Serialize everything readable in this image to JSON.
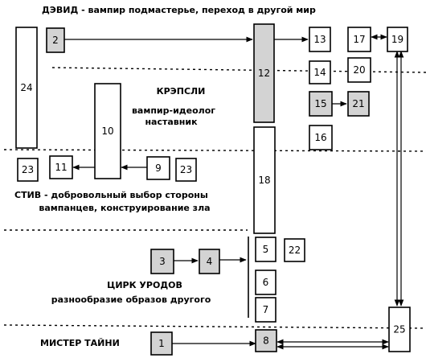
{
  "headers": {
    "david": "ДЭВИД - вампир подмастерье, переход в другой мир",
    "crepsley_name": "КРЭПСЛИ",
    "crepsley_desc1": "вампир-идеолог",
    "crepsley_desc2": "наставник",
    "steve_line1": "СТИВ - добровольный выбор стороны",
    "steve_line2": "вампанцев, конструирование зла",
    "circus_name": "ЦИРК УРОДОВ",
    "circus_desc": "разнообразие образов другого",
    "tiny": "МИСТЕР ТАЙНИ"
  },
  "nodes": [
    {
      "id": "n1",
      "label": "1",
      "fill": "grey"
    },
    {
      "id": "n2",
      "label": "2",
      "fill": "grey"
    },
    {
      "id": "n3",
      "label": "3",
      "fill": "grey"
    },
    {
      "id": "n4",
      "label": "4",
      "fill": "grey"
    },
    {
      "id": "n5",
      "label": "5",
      "fill": "white"
    },
    {
      "id": "n6",
      "label": "6",
      "fill": "white"
    },
    {
      "id": "n7",
      "label": "7",
      "fill": "white"
    },
    {
      "id": "n8",
      "label": "8",
      "fill": "grey"
    },
    {
      "id": "n9",
      "label": "9",
      "fill": "white"
    },
    {
      "id": "n10",
      "label": "10",
      "fill": "white"
    },
    {
      "id": "n11",
      "label": "11",
      "fill": "white"
    },
    {
      "id": "n12",
      "label": "12",
      "fill": "grey"
    },
    {
      "id": "n13",
      "label": "13",
      "fill": "white"
    },
    {
      "id": "n14",
      "label": "14",
      "fill": "white"
    },
    {
      "id": "n15",
      "label": "15",
      "fill": "grey"
    },
    {
      "id": "n16",
      "label": "16",
      "fill": "white"
    },
    {
      "id": "n17",
      "label": "17",
      "fill": "white"
    },
    {
      "id": "n18",
      "label": "18",
      "fill": "white"
    },
    {
      "id": "n19",
      "label": "19",
      "fill": "white"
    },
    {
      "id": "n20",
      "label": "20",
      "fill": "white"
    },
    {
      "id": "n21",
      "label": "21",
      "fill": "grey"
    },
    {
      "id": "n22",
      "label": "22",
      "fill": "white"
    },
    {
      "id": "n23a",
      "label": "23",
      "fill": "white"
    },
    {
      "id": "n23b",
      "label": "23",
      "fill": "white"
    },
    {
      "id": "n24",
      "label": "24",
      "fill": "white"
    },
    {
      "id": "n25",
      "label": "25",
      "fill": "white"
    }
  ],
  "edges": [
    {
      "from": "2",
      "to": "12"
    },
    {
      "from": "12",
      "to": "13"
    },
    {
      "from": "17",
      "to": "19",
      "bidirectional": true
    },
    {
      "from": "15",
      "to": "21"
    },
    {
      "from": "9",
      "to": "10"
    },
    {
      "from": "10",
      "to": "11"
    },
    {
      "from": "3",
      "to": "4"
    },
    {
      "from": "4",
      "to": "5"
    },
    {
      "from": "1",
      "to": "8"
    },
    {
      "from": "19",
      "to": "25",
      "bidirectional": true
    },
    {
      "from": "8",
      "to": "25",
      "bidirectional": true
    }
  ],
  "colors": {
    "grey_fill": "#d3d3d3",
    "line": "#000000"
  }
}
